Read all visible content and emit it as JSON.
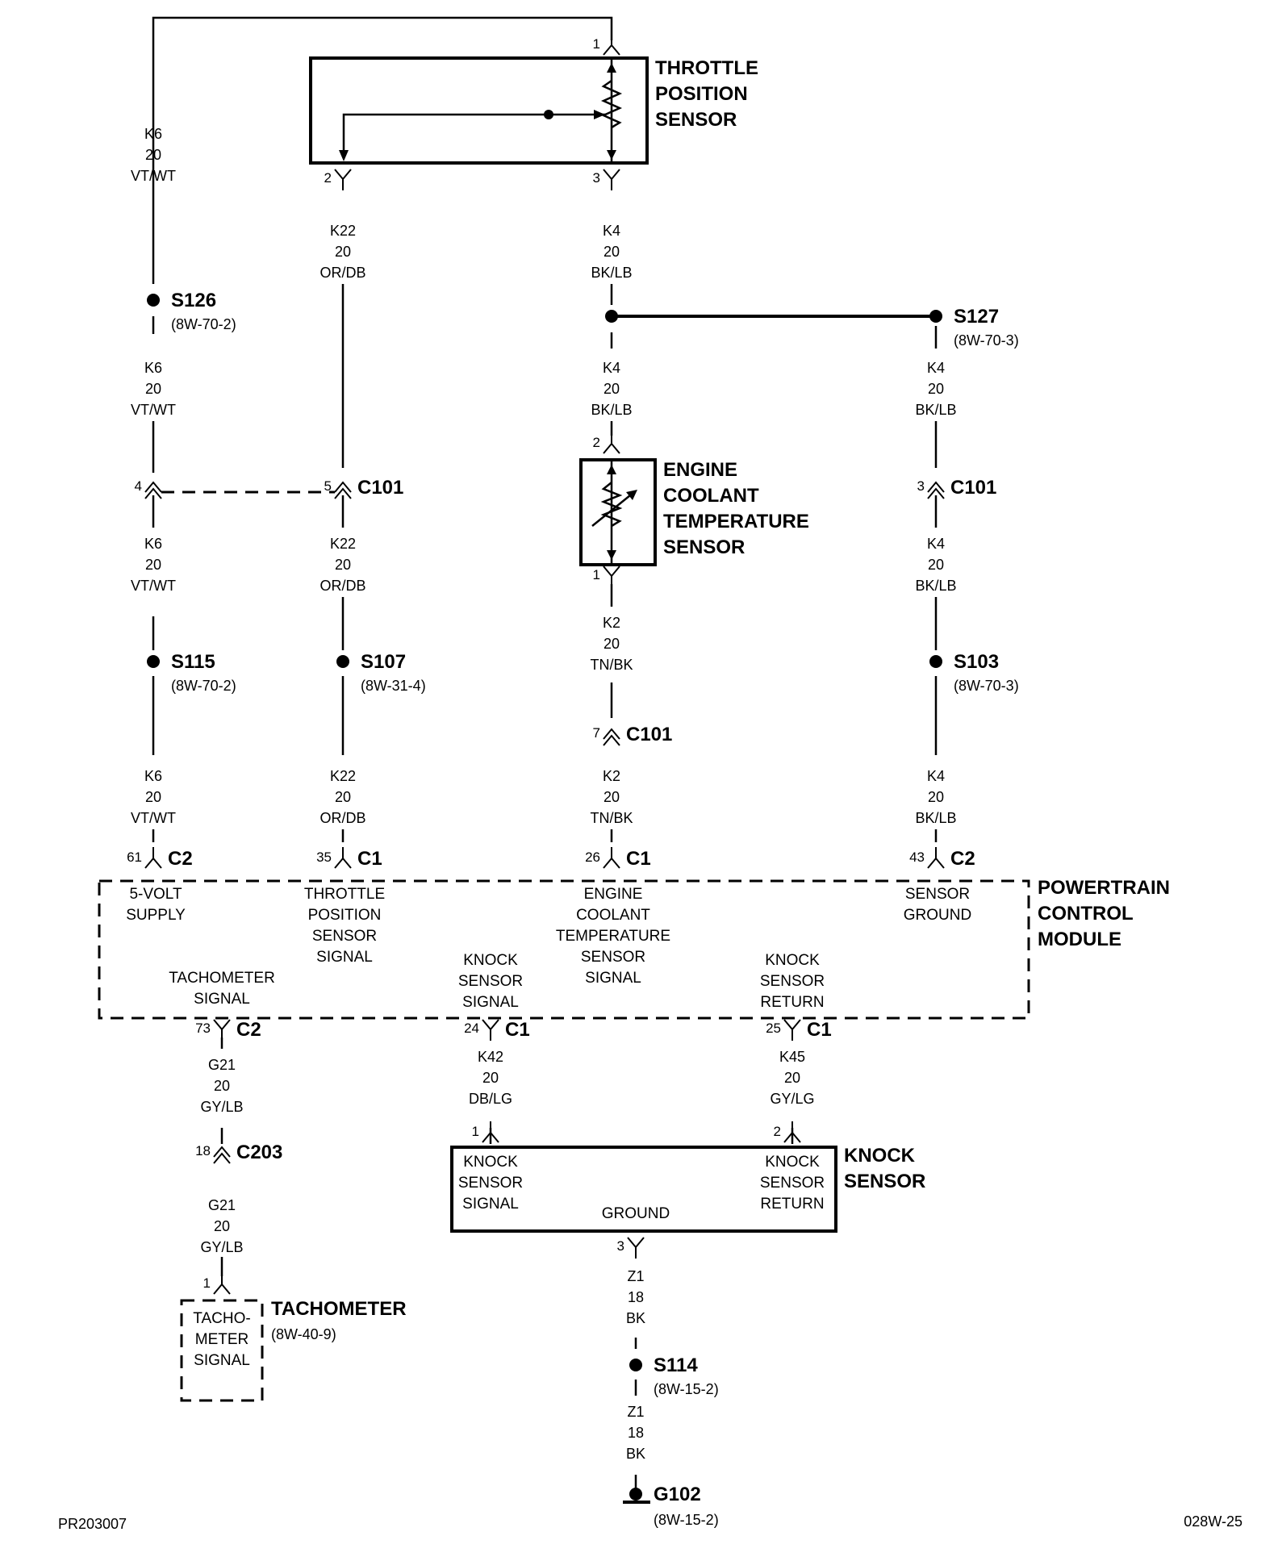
{
  "components": {
    "tps": {
      "name_lines": [
        "THROTTLE",
        "POSITION",
        "SENSOR"
      ]
    },
    "ect": {
      "name_lines": [
        "ENGINE",
        "COOLANT",
        "TEMPERATURE",
        "SENSOR"
      ]
    },
    "pcm": {
      "name_lines": [
        "POWERTRAIN",
        "CONTROL",
        "MODULE"
      ],
      "terminals": {
        "supply": [
          "5-VOLT",
          "SUPPLY"
        ],
        "tps_signal": [
          "THROTTLE",
          "POSITION",
          "SENSOR",
          "SIGNAL"
        ],
        "ect_signal": [
          "ENGINE",
          "COOLANT",
          "TEMPERATURE",
          "SENSOR",
          "SIGNAL"
        ],
        "sensor_ground": [
          "SENSOR",
          "GROUND"
        ],
        "tach_signal": [
          "TACHOMETER",
          "SIGNAL"
        ],
        "knock_signal": [
          "KNOCK",
          "SENSOR",
          "SIGNAL"
        ],
        "knock_return": [
          "KNOCK",
          "SENSOR",
          "RETURN"
        ]
      }
    },
    "knock": {
      "name_lines": [
        "KNOCK",
        "SENSOR"
      ],
      "signal": [
        "KNOCK",
        "SENSOR",
        "SIGNAL"
      ],
      "return": [
        "KNOCK",
        "SENSOR",
        "RETURN"
      ],
      "ground": "GROUND"
    },
    "tach": {
      "name": "TACHOMETER",
      "ref": "(8W-40-9)",
      "signal": [
        "TACHO-",
        "METER",
        "SIGNAL"
      ]
    }
  },
  "wires": {
    "k6_top": [
      "K6",
      "20",
      "VT/WT"
    ],
    "k22_top": [
      "K22",
      "20",
      "OR/DB"
    ],
    "k4_top": [
      "K4",
      "20",
      "BK/LB"
    ],
    "k6_mid": [
      "K6",
      "20",
      "VT/WT"
    ],
    "k4_ect": [
      "K4",
      "20",
      "BK/LB"
    ],
    "k4_right1": [
      "K4",
      "20",
      "BK/LB"
    ],
    "k6_low": [
      "K6",
      "20",
      "VT/WT"
    ],
    "k22_low": [
      "K22",
      "20",
      "OR/DB"
    ],
    "k2_a": [
      "K2",
      "20",
      "TN/BK"
    ],
    "k4_right2": [
      "K4",
      "20",
      "BK/LB"
    ],
    "k6_pcm": [
      "K6",
      "20",
      "VT/WT"
    ],
    "k22_pcm": [
      "K22",
      "20",
      "OR/DB"
    ],
    "k2_b": [
      "K2",
      "20",
      "TN/BK"
    ],
    "k4_pcm": [
      "K4",
      "20",
      "BK/LB"
    ],
    "g21_a": [
      "G21",
      "20",
      "GY/LB"
    ],
    "k42": [
      "K42",
      "20",
      "DB/LG"
    ],
    "k45": [
      "K45",
      "20",
      "GY/LG"
    ],
    "g21_b": [
      "G21",
      "20",
      "GY/LB"
    ],
    "z1_a": [
      "Z1",
      "18",
      "BK"
    ],
    "z1_b": [
      "Z1",
      "18",
      "BK"
    ]
  },
  "splices": {
    "s126": {
      "id": "S126",
      "ref": "(8W-70-2)"
    },
    "s127": {
      "id": "S127",
      "ref": "(8W-70-3)"
    },
    "s115": {
      "id": "S115",
      "ref": "(8W-70-2)"
    },
    "s107": {
      "id": "S107",
      "ref": "(8W-31-4)"
    },
    "s103": {
      "id": "S103",
      "ref": "(8W-70-3)"
    },
    "s114": {
      "id": "S114",
      "ref": "(8W-15-2)"
    },
    "g102": {
      "id": "G102",
      "ref": "(8W-15-2)"
    }
  },
  "connectors": {
    "tps_p1": {
      "pin": "1"
    },
    "tps_p2": {
      "pin": "2"
    },
    "tps_p3": {
      "pin": "3"
    },
    "c101_4": {
      "pin": "4"
    },
    "c101_5": {
      "pin": "5",
      "id": "C101"
    },
    "ect_p2": {
      "pin": "2"
    },
    "ect_p1": {
      "pin": "1"
    },
    "c101_3": {
      "pin": "3",
      "id": "C101"
    },
    "c101_7": {
      "pin": "7",
      "id": "C101"
    },
    "pcm_61": {
      "pin": "61",
      "id": "C2"
    },
    "pcm_35": {
      "pin": "35",
      "id": "C1"
    },
    "pcm_26": {
      "pin": "26",
      "id": "C1"
    },
    "pcm_43": {
      "pin": "43",
      "id": "C2"
    },
    "pcm_73": {
      "pin": "73",
      "id": "C2"
    },
    "pcm_24": {
      "pin": "24",
      "id": "C1"
    },
    "pcm_25": {
      "pin": "25",
      "id": "C1"
    },
    "c203_18": {
      "pin": "18",
      "id": "C203"
    },
    "ks_1": {
      "pin": "1"
    },
    "ks_2": {
      "pin": "2"
    },
    "ks_3": {
      "pin": "3"
    },
    "tach_1": {
      "pin": "1"
    }
  },
  "footer": {
    "left": "PR203007",
    "right": "028W-25"
  }
}
